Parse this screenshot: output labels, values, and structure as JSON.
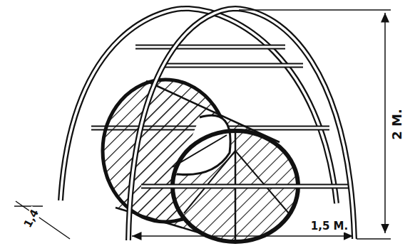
{
  "diagram": {
    "labels": [
      "2 M.",
      "1,5 M.",
      "1,4"
    ]
  }
}
